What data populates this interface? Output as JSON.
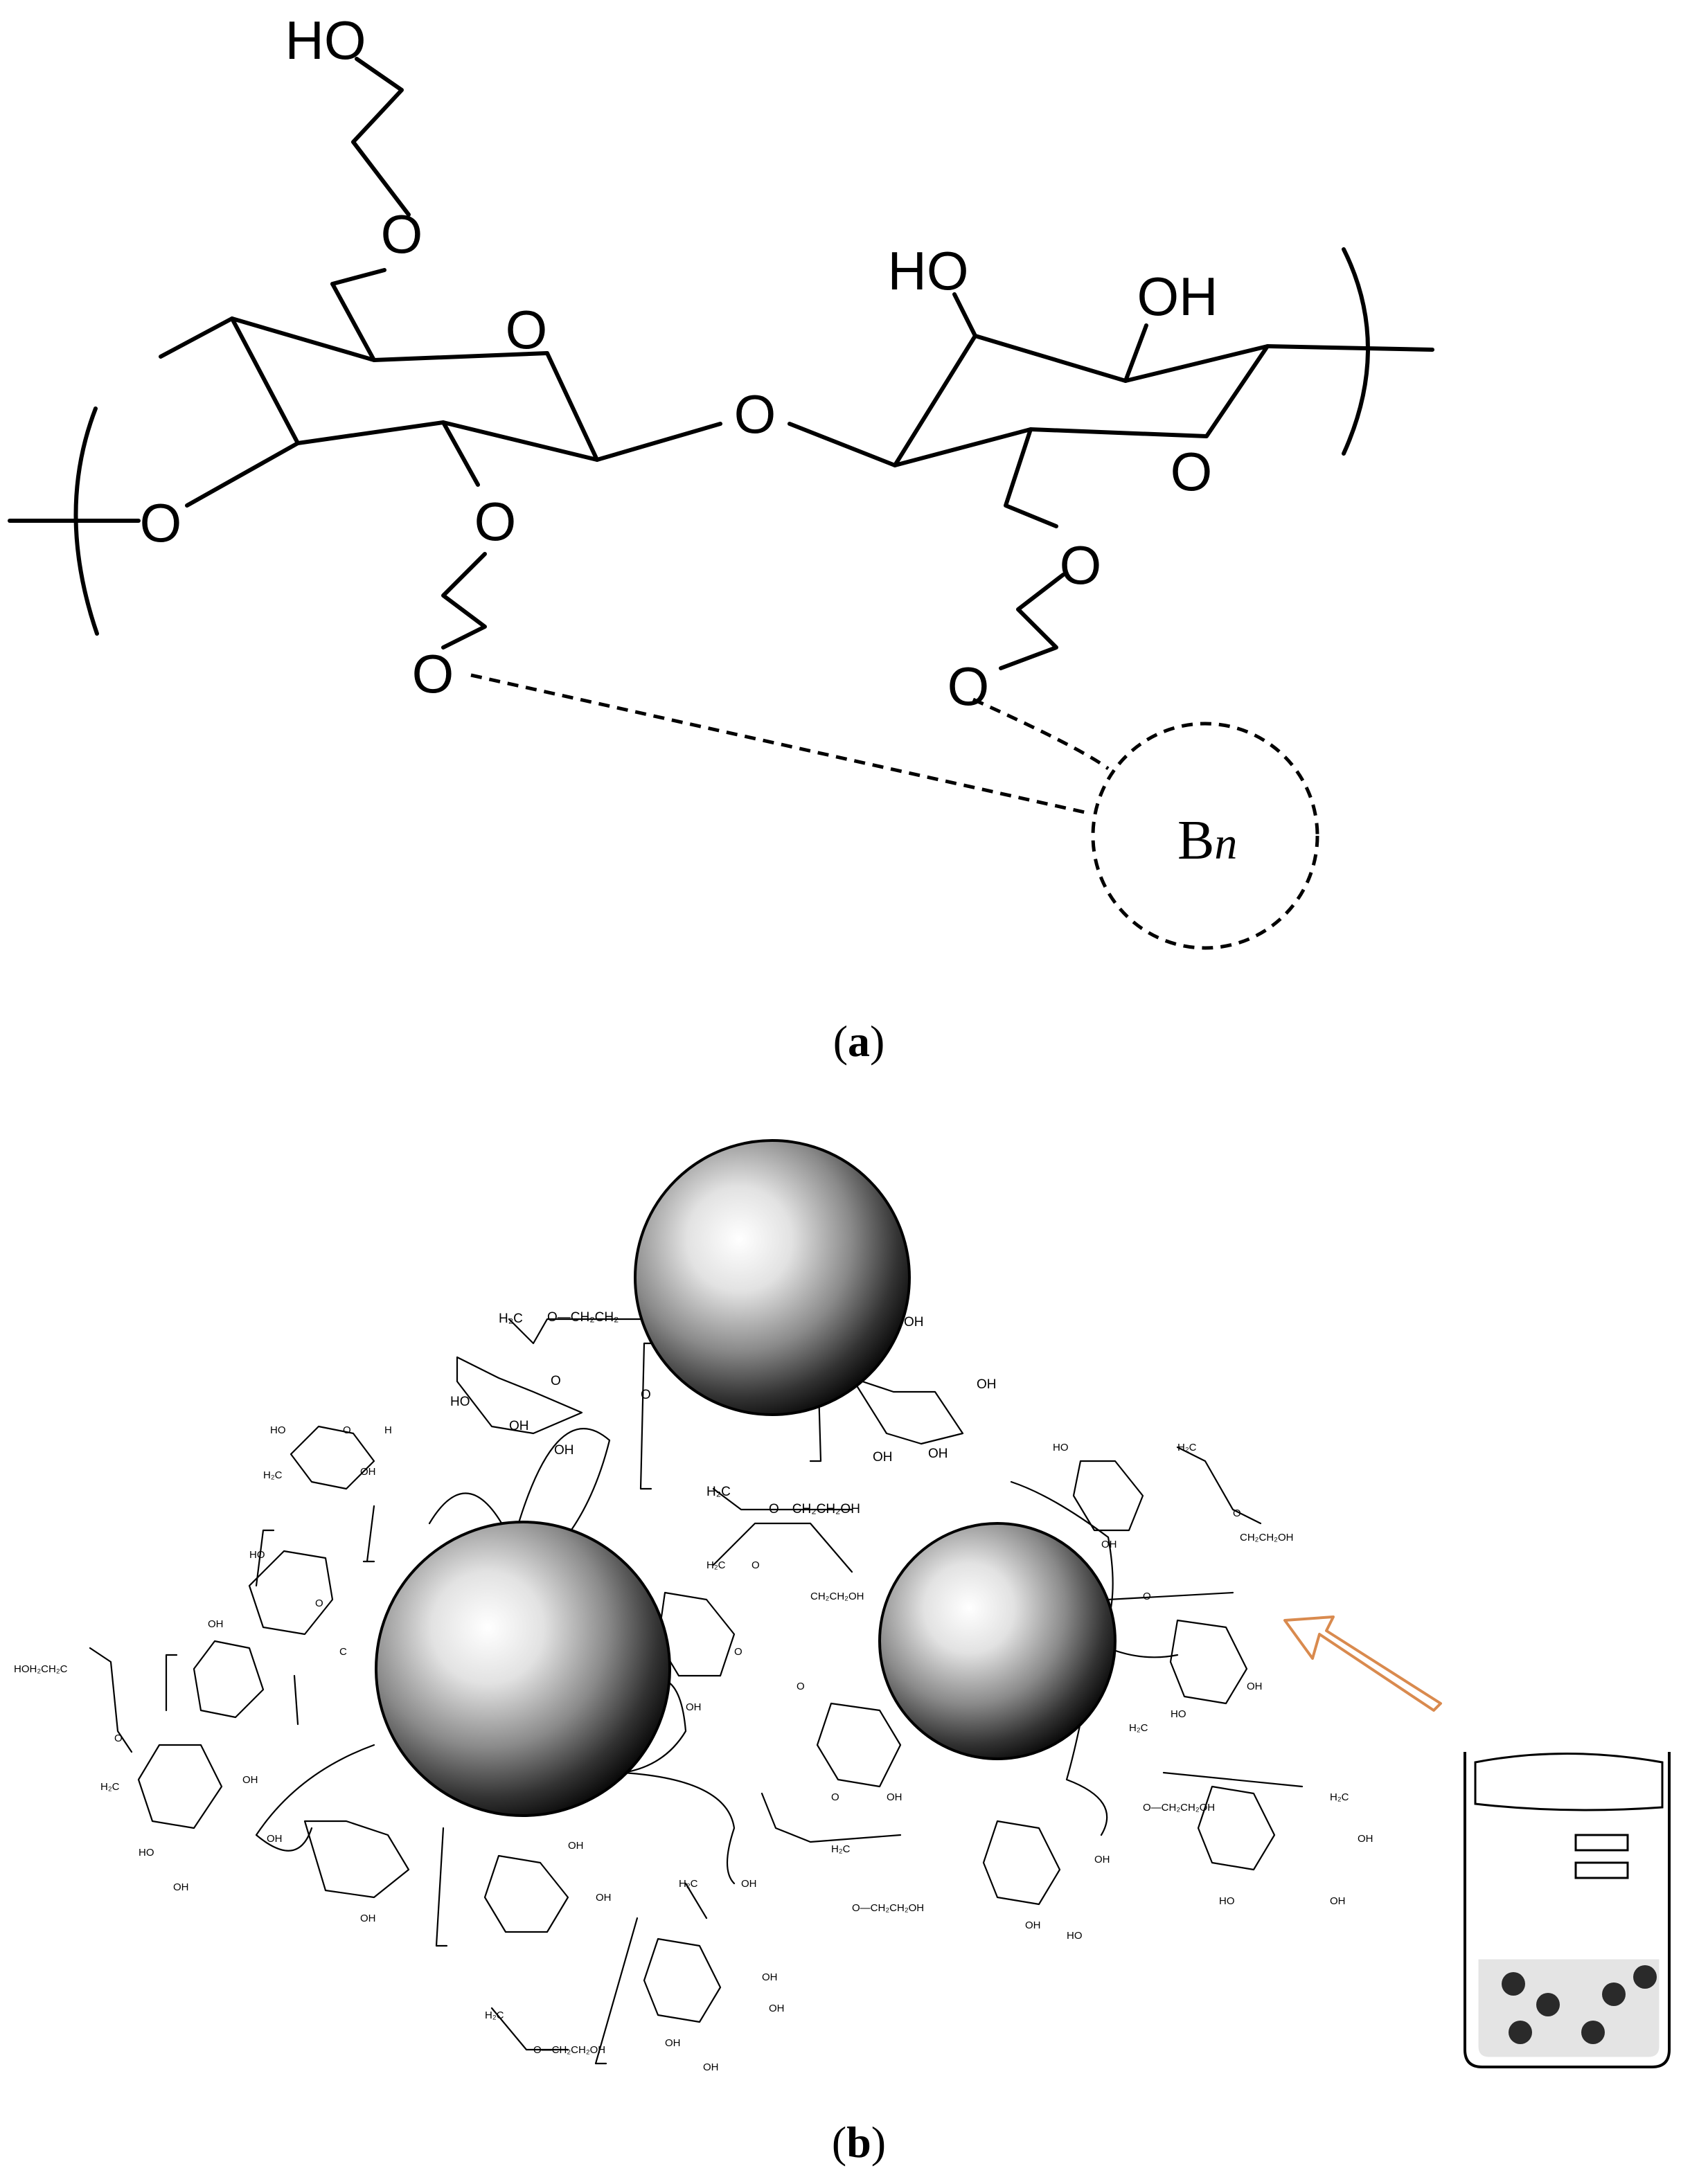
{
  "panel_a": {
    "label_open": "(",
    "label_letter": "a",
    "label_close": ")",
    "atoms": {
      "ho_top": "HO",
      "o_chain_top": "O",
      "o_ring_left": "O",
      "o_left_end": "O",
      "o_lower_1": "O",
      "o_lower_2": "O",
      "o_bridge": "O",
      "ho_right": "HO",
      "oh_right": "OH",
      "o_ring_right": "O",
      "o_right_chain_1": "O",
      "o_right_chain_2": "O"
    },
    "circle_label_main": "B",
    "circle_label_sub": "n"
  },
  "panel_b": {
    "label_open": "(",
    "label_letter": "b",
    "label_close": ")",
    "fragments": {
      "o_ch2ch2_top": "O—CH₂CH₂",
      "h2c_top": "H₂C",
      "oh": "OH",
      "ho": "HO",
      "h": "H",
      "o": "O",
      "h2c_ho": "H₂C",
      "o_ch2ch2oh": "O—CH₂CH₂OH",
      "hoh2ch2c": "HOH₂CH₂C",
      "ch2ch2oh": "CH₂CH₂OH",
      "o_ch2ch2oh_right": "O—CH₂CH₂OH",
      "h2c": "H₂C",
      "c": "C"
    },
    "accent_arrow_color": "#d98a4e",
    "beaker_fill": "#e4e4e4"
  }
}
